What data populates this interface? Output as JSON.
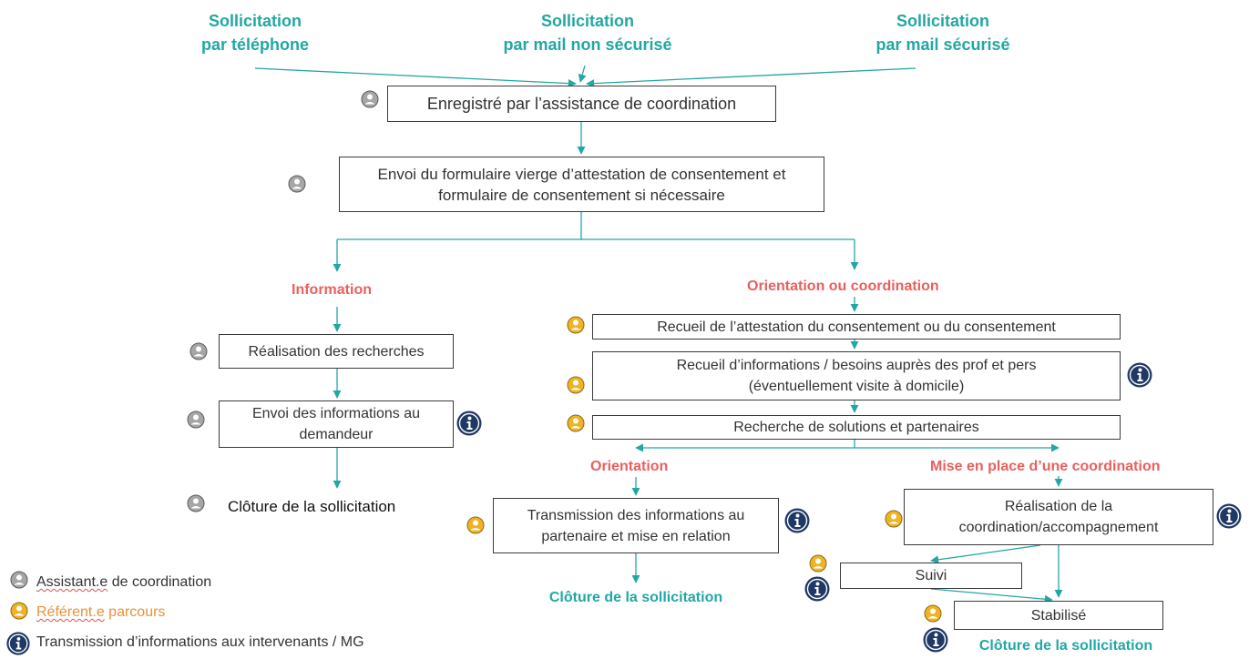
{
  "channels": {
    "phone": [
      "Sollicitation",
      "par téléphone"
    ],
    "mail_unsecure": [
      "Sollicitation",
      "par mail non sécurisé"
    ],
    "mail_secure": [
      "Sollicitation",
      "par mail sécurisé"
    ]
  },
  "steps": {
    "registered": "Enregistré par l’assistance de coordination",
    "consent_form": [
      "Envoi du formulaire vierge d’attestation de consentement et",
      "formulaire de consentement si nécessaire"
    ]
  },
  "information_branch": {
    "heading": "Information",
    "research": "Réalisation des recherches",
    "send_info": [
      "Envoi des informations au",
      "demandeur"
    ],
    "closure": "Clôture de la sollicitation"
  },
  "coordination_branch": {
    "heading": "Orientation ou coordination",
    "consent_collect": "Recueil de l’attestation du consentement ou du consentement",
    "info_collect": [
      "Recueil d’informations / besoins auprès des prof et pers",
      "(éventuellement visite à domicile)"
    ],
    "search_solutions": "Recherche de solutions et partenaires",
    "orientation": {
      "heading": "Orientation",
      "transmission": [
        "Transmission des informations au",
        "partenaire et mise en relation"
      ],
      "closure": "Clôture de la sollicitation"
    },
    "coordination": {
      "heading": "Mise en place d’une coordination",
      "realisation": [
        "Réalisation de la",
        "coordination/accompagnement"
      ],
      "suivi": "Suivi",
      "stabilise": "Stabilisé",
      "closure": "Clôture de la sollicitation"
    }
  },
  "legend": {
    "assistant": {
      "word": "Assistant.e",
      "rest": " de coordination"
    },
    "referent": {
      "word": "Référent.e",
      "rest": " parcours"
    },
    "transmission": "Transmission d’informations aux intervenants / MG"
  },
  "colors": {
    "teal": "#22A7A4",
    "red": "#E8605E",
    "grey_icon": "#A6A6A6",
    "orange_icon": "#F0B323",
    "navy_icon": "#1F3864"
  },
  "icons": {
    "grey": "assistant-person-icon",
    "orange": "referent-person-icon",
    "info": "info-transmission-icon"
  }
}
